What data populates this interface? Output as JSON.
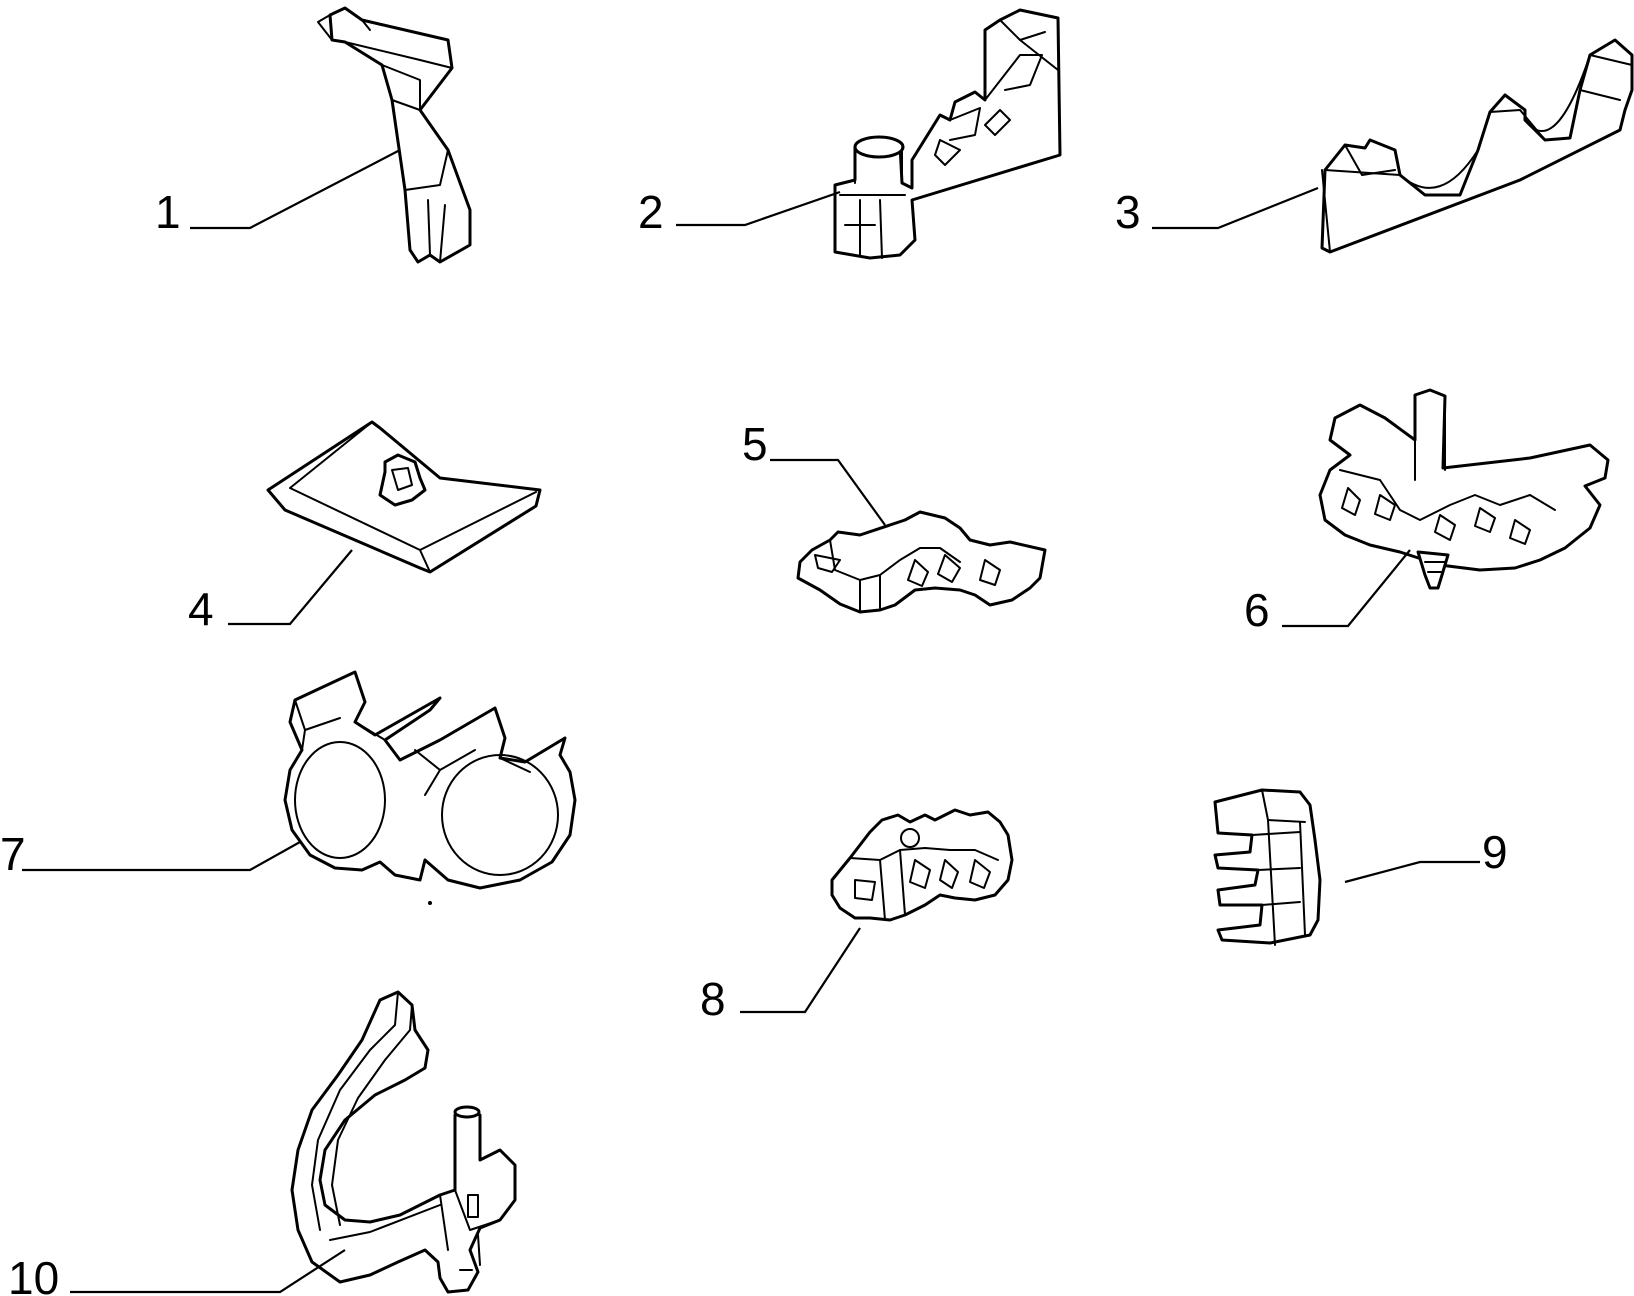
{
  "parts": [
    {
      "id": 1,
      "label": "1"
    },
    {
      "id": 2,
      "label": "2"
    },
    {
      "id": 3,
      "label": "3"
    },
    {
      "id": 4,
      "label": "4"
    },
    {
      "id": 5,
      "label": "5"
    },
    {
      "id": 6,
      "label": "6"
    },
    {
      "id": 7,
      "label": "7"
    },
    {
      "id": 8,
      "label": "8"
    },
    {
      "id": 9,
      "label": "9"
    },
    {
      "id": 10,
      "label": "10"
    }
  ]
}
